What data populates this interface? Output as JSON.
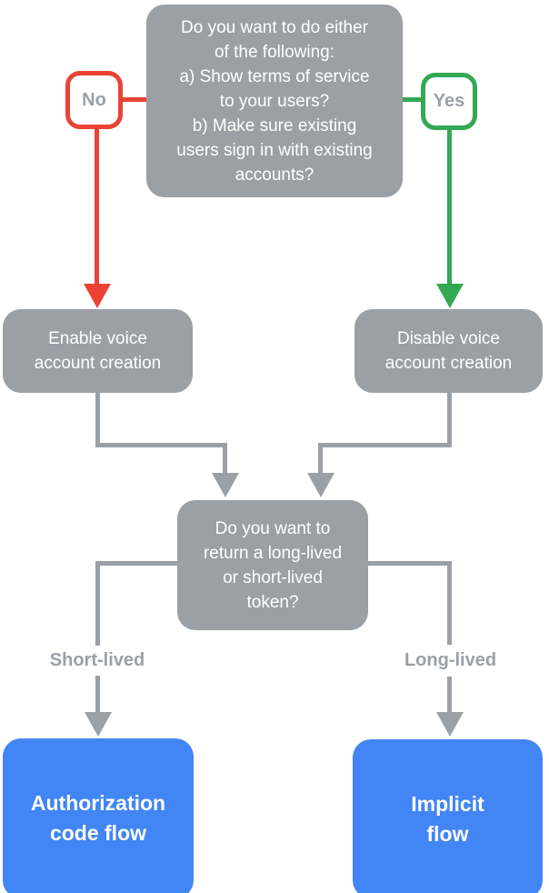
{
  "palette": {
    "gray": "#9AA0A6",
    "red": "#EA4335",
    "green": "#34A853",
    "blue": "#4285F4",
    "white": "#FFFFFF"
  },
  "flowchart": {
    "question1": "Do you want to do either\nof the following:\na) Show terms of service\nto your users?\nb) Make sure existing\nusers sign in with existing\naccounts?",
    "no_label": "No",
    "yes_label": "Yes",
    "enable_box": "Enable voice\naccount creation",
    "disable_box": "Disable voice\naccount creation",
    "question2": "Do you want to\nreturn a long-lived\nor short-lived\ntoken?",
    "short_lived_label": "Short-lived",
    "long_lived_label": "Long-lived",
    "auth_box": "Authorization\ncode flow",
    "implicit_box": "Implicit\nflow"
  }
}
